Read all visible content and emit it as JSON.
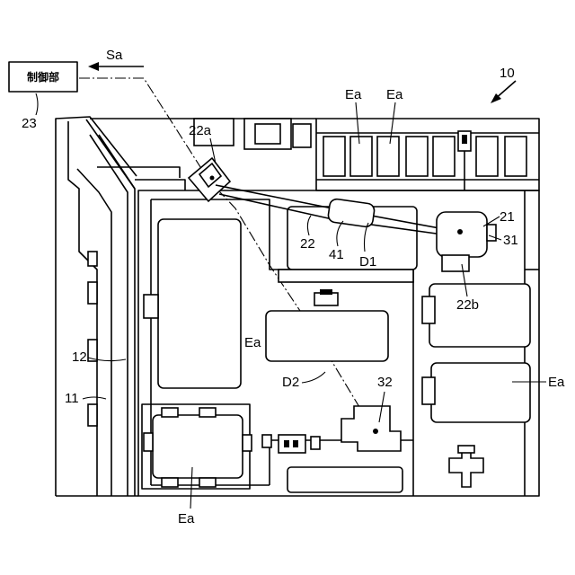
{
  "controller": {
    "text": "制御部"
  },
  "signal": {
    "text": "Sa"
  },
  "labels": {
    "ref_10": "10",
    "ref_23": "23",
    "ref_22a": "22a",
    "ref_22": "22",
    "ref_41": "41",
    "ref_D1": "D1",
    "ref_21": "21",
    "ref_31": "31",
    "ref_22b": "22b",
    "ref_12": "12",
    "ref_11": "11",
    "ref_D2": "D2",
    "ref_32": "32",
    "ea_top_1": "Ea",
    "ea_top_2": "Ea",
    "ea_mid": "Ea",
    "ea_right": "Ea",
    "ea_bottom": "Ea"
  }
}
